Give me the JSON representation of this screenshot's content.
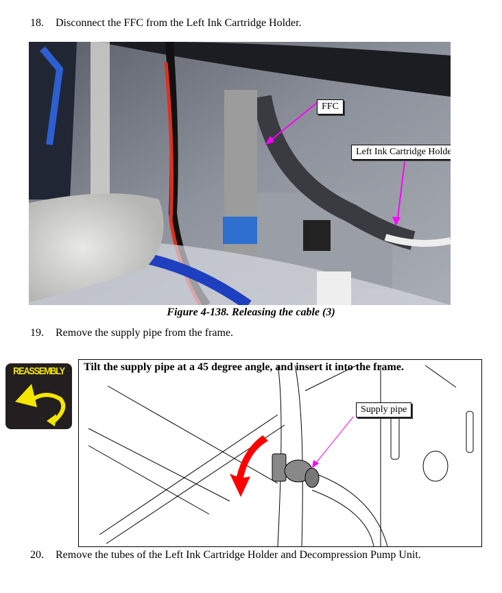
{
  "steps": [
    {
      "number": "18.",
      "text": "Disconnect the FFC from the Left Ink Cartridge Holder."
    },
    {
      "number": "19.",
      "text": "Remove the supply pipe from the frame."
    },
    {
      "number": "20.",
      "text": "Remove the tubes of the Left Ink Cartridge Holder and Decompression Pump Unit."
    }
  ],
  "figure": {
    "caption": "Figure 4-138.  Releasing the cable (3)",
    "callouts": {
      "ffc": "FFC",
      "holder": "Left Ink Cartridge Holder"
    }
  },
  "reassembly": {
    "icon_label": "REASSEMBLY",
    "instruction": "Tilt the supply pipe at a 45 degree angle, and insert it into the frame.",
    "callout": "Supply pipe"
  },
  "colors": {
    "callout_arrow": "#ff00ff",
    "rotate_arrow": "#ff0000",
    "icon_yellow": "#f5e600"
  }
}
